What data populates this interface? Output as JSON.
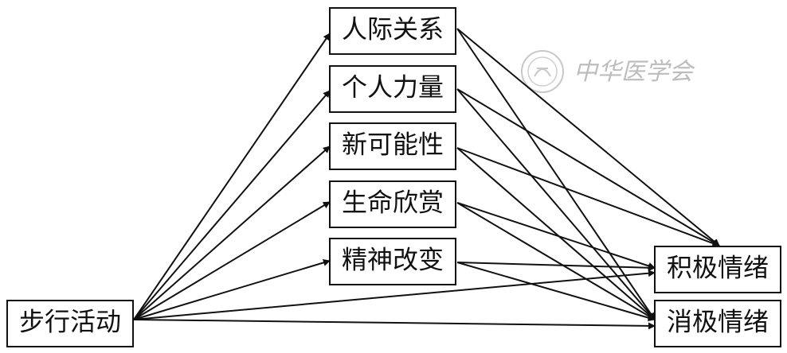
{
  "nodes": {
    "walking": "步行活动",
    "m1": "人际关系",
    "m2": "个人力量",
    "m3": "新可能性",
    "m4": "生命欣赏",
    "m5": "精神改变",
    "positive": "积极情绪",
    "negative": "消极情绪"
  },
  "edges": [
    [
      "walking",
      "m1"
    ],
    [
      "walking",
      "m2"
    ],
    [
      "walking",
      "m3"
    ],
    [
      "walking",
      "m4"
    ],
    [
      "walking",
      "m5"
    ],
    [
      "walking",
      "positive"
    ],
    [
      "walking",
      "negative"
    ],
    [
      "m1",
      "positive"
    ],
    [
      "m1",
      "negative"
    ],
    [
      "m2",
      "positive"
    ],
    [
      "m2",
      "negative"
    ],
    [
      "m3",
      "positive"
    ],
    [
      "m3",
      "negative"
    ],
    [
      "m4",
      "positive"
    ],
    [
      "m4",
      "negative"
    ],
    [
      "m5",
      "positive"
    ],
    [
      "m5",
      "negative"
    ]
  ],
  "watermark": {
    "text": "中华医学会",
    "icon": "society-seal-icon",
    "color": "#bdbdbd"
  }
}
